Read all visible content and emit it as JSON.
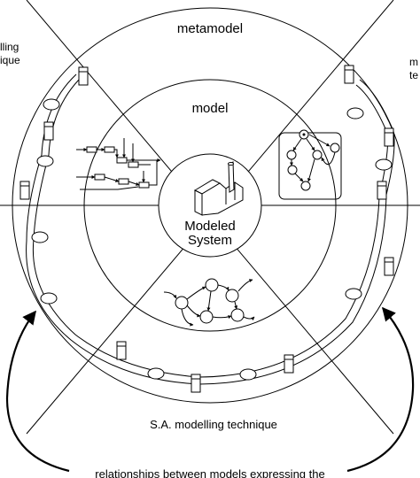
{
  "labels": {
    "outer_ring": "metamodel",
    "middle_ring": "model",
    "center_line1": "Modeled",
    "center_line2": "System",
    "bottom_ring": "S.A. modelling technique",
    "left_cut_line1": "lling",
    "left_cut_line2": "ique",
    "right_cut_line1": "m",
    "right_cut_line2": "te",
    "bottom_caption": "relationships between models expressing the"
  }
}
